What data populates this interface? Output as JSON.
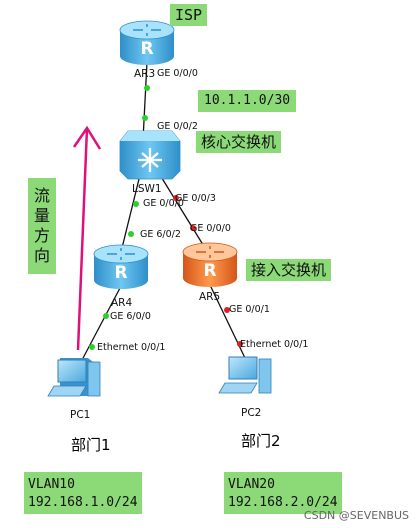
{
  "devices": {
    "isp_router": {
      "name": "AR3",
      "label": "ISP"
    },
    "core_switch": {
      "name": "LSW1",
      "label": "核心交换机"
    },
    "router_ar4": {
      "name": "AR4"
    },
    "access_router": {
      "name": "AR5",
      "label": "接入交换机"
    },
    "pc1": {
      "name": "PC1",
      "department": "部门1",
      "vlan": "VLAN10",
      "subnet": "192.168.1.0/24"
    },
    "pc2": {
      "name": "PC2",
      "department": "部门2",
      "vlan": "VLAN20",
      "subnet": "192.168.2.0/24"
    }
  },
  "links": {
    "isp_core": {
      "network": "10.1.1.0/30",
      "port_a": "GE 0/0/0",
      "port_b": "GE 0/0/2"
    },
    "core_ar4": {
      "port_a": "GE 0/0/0",
      "port_b": "GE 6/0/2"
    },
    "core_ar5": {
      "port_a": "GE 0/0/3",
      "port_b": "GE 0/0/0"
    },
    "ar4_pc1": {
      "port_a": "GE 6/0/0",
      "port_b": "Ethernet 0/0/1"
    },
    "ar5_pc2": {
      "port_a": "GE 0/0/1",
      "port_b": "Ethernet 0/0/1"
    }
  },
  "traffic": {
    "label": "流量方向",
    "arrow_color": "#e0107a"
  },
  "colors": {
    "label_bg": "#8cd978",
    "router_blue": "#5ab8e8",
    "router_orange": "#f07a2a",
    "link_green": "#2bd12b",
    "link_red": "#e02020"
  },
  "watermark": "CSDN @SEVENBUS"
}
